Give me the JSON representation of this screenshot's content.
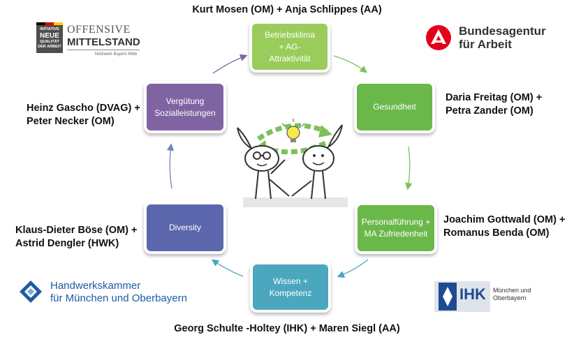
{
  "title": "Kurt Mosen (OM) +  Anja Schlippes (AA)",
  "footer": "Georg Schulte -Holtey (IHK) + Maren Siegl (AA)",
  "nodes": {
    "top": {
      "line1": "Betriebsklima",
      "line2": "+ AG-",
      "line3": "Attraktivität"
    },
    "gesundheit": {
      "line1": "Gesundheit"
    },
    "personal": {
      "line1": "Personalführung +",
      "line2": "MA Zufriedenheit"
    },
    "wissen": {
      "line1": "Wissen   +",
      "line2": "Kompetenz"
    },
    "diversity": {
      "line1": "Diversity"
    },
    "verguetung": {
      "line1": "Vergütung",
      "line2": "Sozialleistungen"
    }
  },
  "people": {
    "left_top": {
      "line1": "Heinz Gascho (DVAG) +",
      "line2": "Peter Necker (OM)"
    },
    "right_top": {
      "line1": "Daria Freitag (OM) +",
      "line2": "Petra Zander (OM)"
    },
    "left_bottom": {
      "line1": "Klaus-Dieter Böse (OM) +",
      "line2": "Astrid Dengler (HWK)"
    },
    "right_bottom": {
      "line1": "Joachim Gottwald (OM) +",
      "line2": "Romanus Benda (OM)"
    }
  },
  "logos": {
    "offensive": {
      "badge1": "INITIATIVE",
      "badge2": "NEUE",
      "badge3": "QUALITÄT",
      "badge4": "DER ARBEIT",
      "line1": "OFFENSIVE",
      "line2": "MITTELSTAND",
      "sub": "Netzwerk Bayern Mitte"
    },
    "ba": {
      "line1": "Bundesagentur",
      "line2": "für Arbeit"
    },
    "hwk": {
      "line1": "Handwerkskammer",
      "line2": "für München und Oberbayern"
    },
    "ihk": {
      "abbr": "IHK",
      "line1": "München und",
      "line2": "Oberbayern"
    }
  },
  "colors": {
    "green_light": "#99cc5a",
    "green": "#6ab84a",
    "teal": "#4aa7bd",
    "blue": "#5b66ac",
    "purple": "#8064a2",
    "ba_red": "#e3001b",
    "hwk_blue": "#1f5aa6",
    "ihk_blue": "#1e4c8f"
  }
}
